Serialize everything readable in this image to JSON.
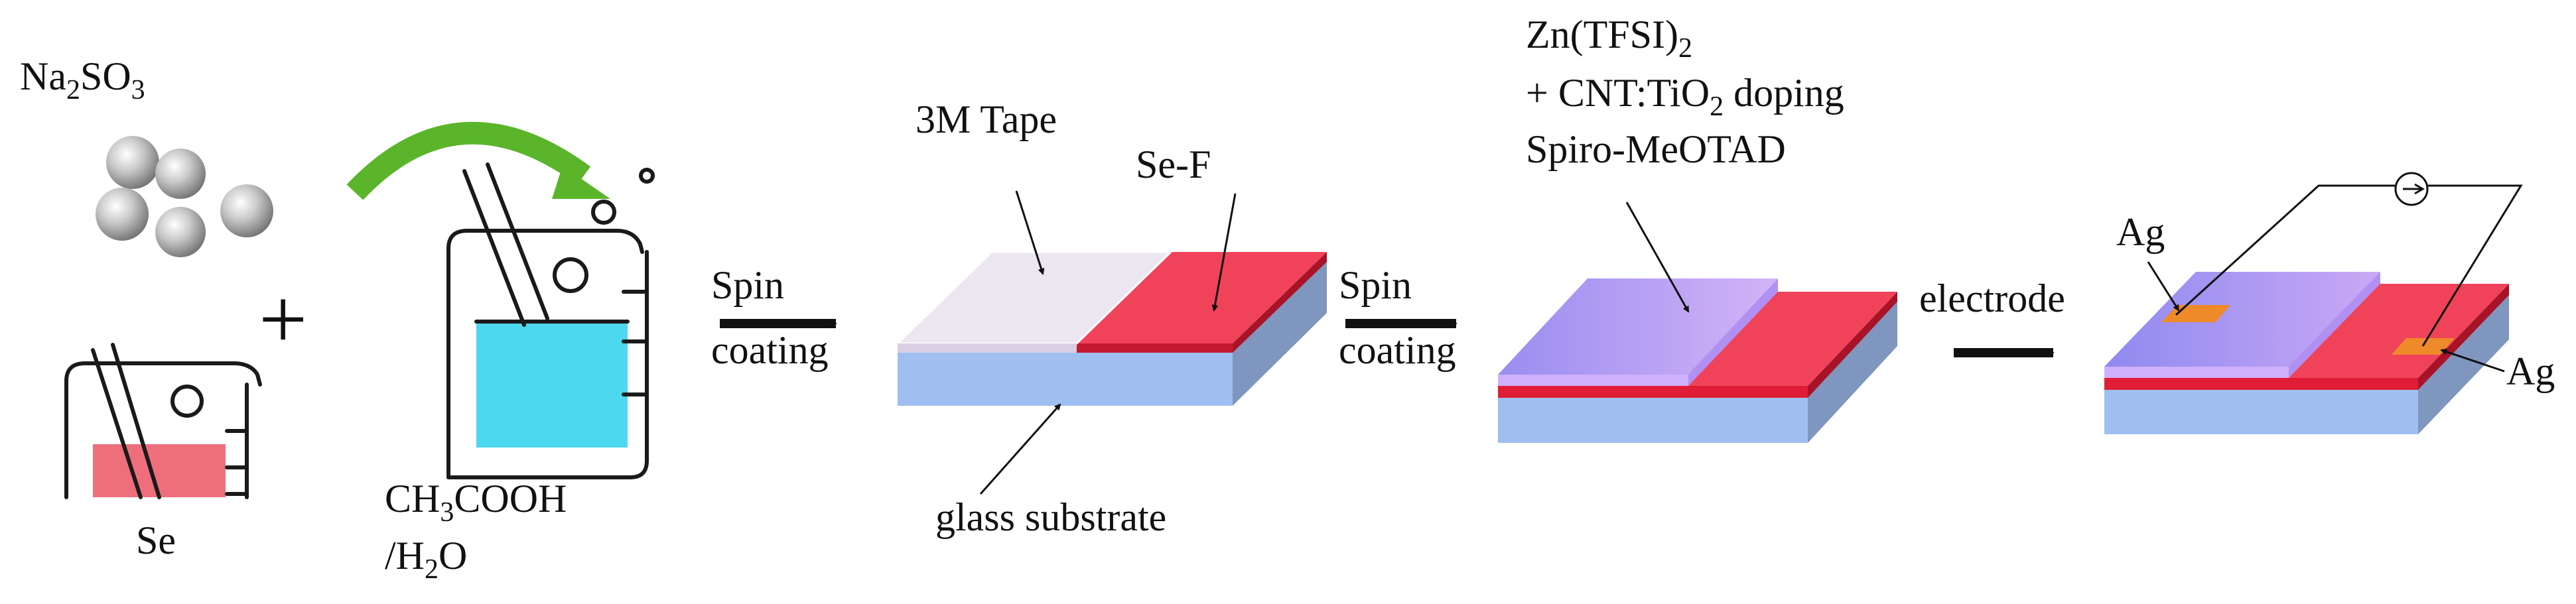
{
  "reagents": {
    "sulfite": {
      "base": "Na",
      "sub1": "2",
      "mid": "SO",
      "sub2": "3"
    },
    "plus": "+",
    "selenium": "Se",
    "solvent_line1": {
      "pre": "CH",
      "sub": "3",
      "post": "COOH"
    },
    "solvent_line2": {
      "pre": "/H",
      "sub": "2",
      "post": "O"
    }
  },
  "steps": {
    "spin_coating_1": {
      "line1": "Spin",
      "line2": "coating"
    },
    "spin_coating_2": {
      "line1": "Spin",
      "line2": "coating"
    },
    "electrode": "electrode"
  },
  "stage1": {
    "tape_label": "3M Tape",
    "film_label": "Se-F",
    "substrate_label": "glass substrate"
  },
  "stage2": {
    "htl_line1": {
      "pre": "Zn(TFSI)",
      "sub": "2",
      "post": ""
    },
    "htl_line2": {
      "pre": "+ CNT:TiO",
      "sub": "2",
      "post": " doping"
    },
    "htl_line3": "Spiro-MeOTAD"
  },
  "stage3": {
    "electrode_left": "Ag",
    "electrode_right": "Ag"
  },
  "colors": {
    "glass": "#9ebff0",
    "glass_side": "#7f96be",
    "se_film": "#f0435a",
    "se_film_edge": "#c41a30",
    "tape": "#ece6f0",
    "spiro": "#b39df3",
    "electrode": "#ef8a2a",
    "liquid": "#4dd8ef",
    "se_powder": "#ee6e7c",
    "arrow_green": "#5ab52b"
  }
}
